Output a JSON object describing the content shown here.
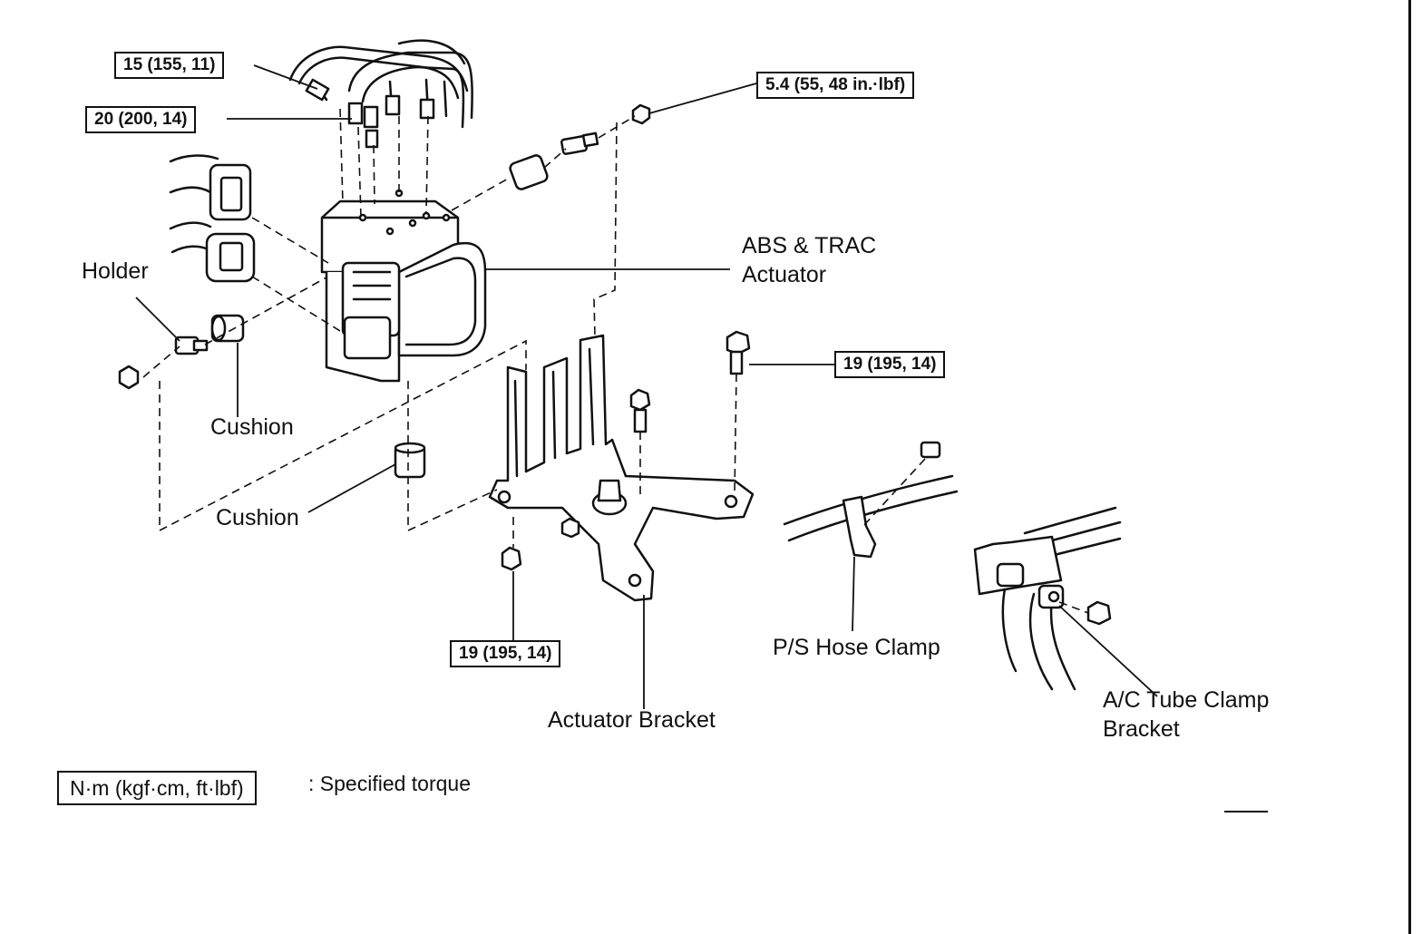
{
  "torque_labels": {
    "t1": "15 (155, 11)",
    "t2": "20 (200, 14)",
    "t3": "5.4 (55, 48 in.·lbf)",
    "t4": "19 (195, 14)",
    "t5": "19 (195, 14)"
  },
  "parts": {
    "abs_actuator_line1": "ABS & TRAC",
    "abs_actuator_line2": "Actuator",
    "holder": "Holder",
    "cushion_upper": "Cushion",
    "cushion_lower": "Cushion",
    "ps_hose_clamp": "P/S Hose Clamp",
    "actuator_bracket": "Actuator Bracket",
    "ac_bracket_line1": "A/C Tube Clamp",
    "ac_bracket_line2": "Bracket"
  },
  "legend": {
    "unit": "N·m (kgf·cm, ft·lbf)",
    "text": ": Specified torque"
  }
}
